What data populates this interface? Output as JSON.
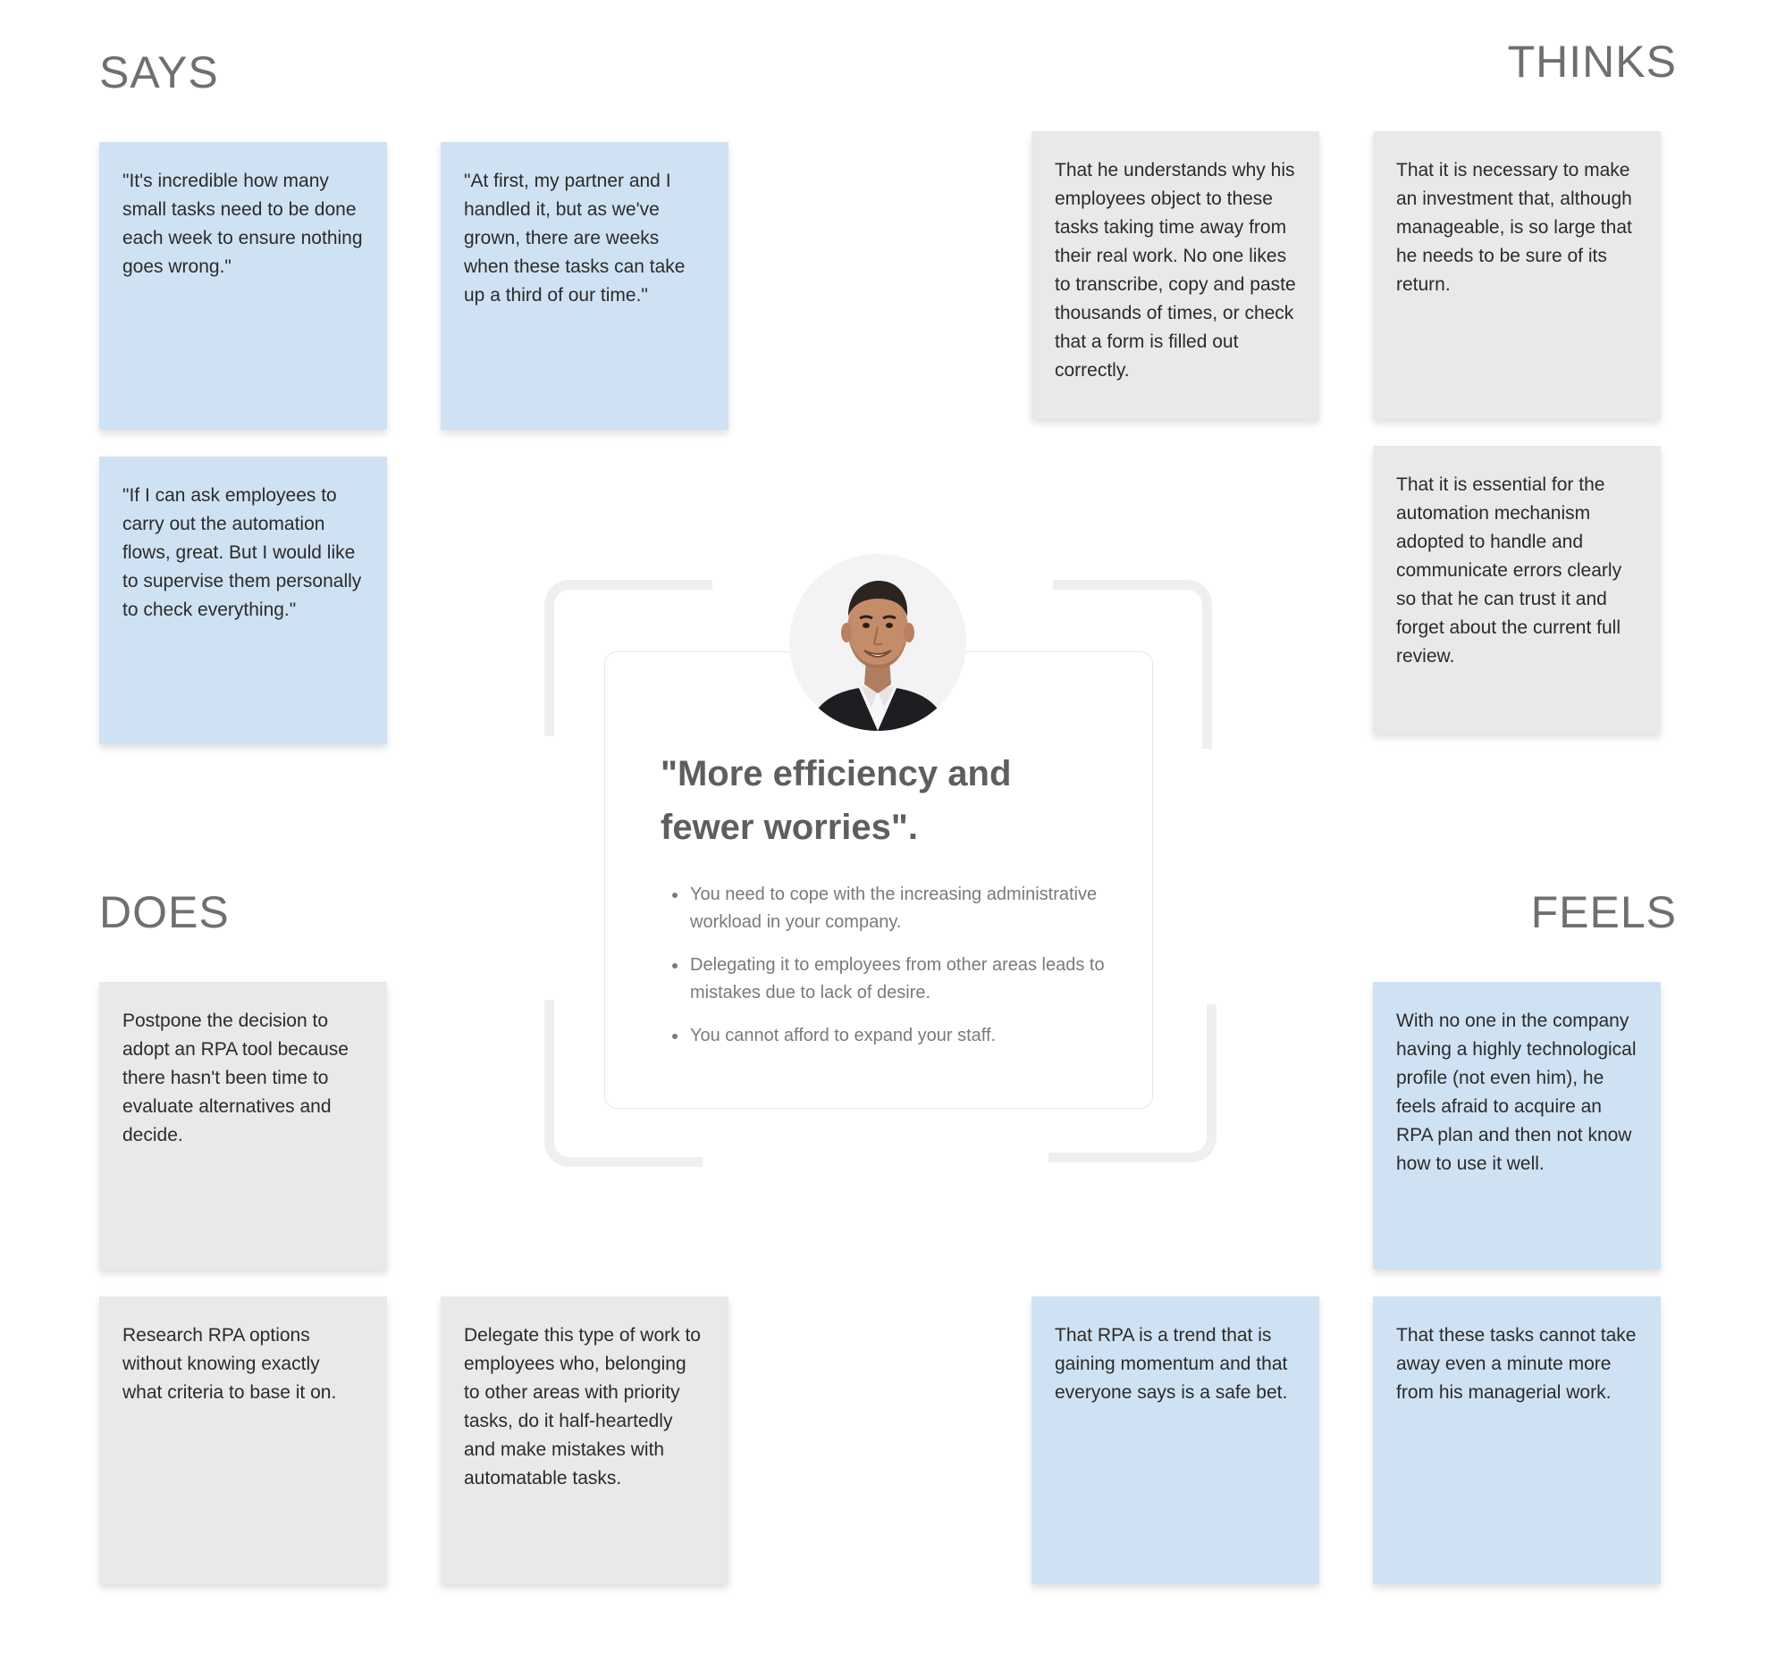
{
  "quadrants": {
    "says": {
      "title": "SAYS",
      "notes": [
        "\"It's incredible how many small tasks need to be done each week to ensure nothing goes wrong.\"",
        "\"At first, my partner and I handled it, but as we've grown, there are weeks when these tasks can take up a third of our time.\"",
        "\"If I can ask employees to carry out the automation flows, great. But I would like to supervise them personally to check everything.\""
      ]
    },
    "thinks": {
      "title": "THINKS",
      "notes": [
        "That he understands why his employees object to these tasks taking time away from their real work. No one likes to transcribe, copy and paste thousands of times, or check that a form is filled out correctly.",
        "That it is necessary to make an investment that, although manageable, is so large that he needs to be sure of its return.",
        "That it is essential for the automation mechanism adopted to handle and communicate errors clearly so that he can trust it and forget about the current full review."
      ]
    },
    "does": {
      "title": "DOES",
      "notes": [
        "Postpone the decision to adopt an RPA tool because there hasn't been time to evaluate alternatives and decide.",
        "Research RPA options without knowing exactly what criteria to base it on.",
        "Delegate this type of work to employees who, belonging to other areas with priority tasks, do it half-heartedly and make mistakes with automatable tasks."
      ]
    },
    "feels": {
      "title": "FEELS",
      "notes": [
        "With no one in the company having a highly technological profile (not even him), he feels afraid to acquire an RPA plan and then not know how to use it well.",
        "That RPA is a trend that is gaining momentum and that everyone says is a safe bet.",
        "That these tasks cannot take away even a minute more from his managerial work."
      ]
    }
  },
  "persona": {
    "quote": "\"More efficiency and fewer worries\".",
    "bullets": [
      "You need to cope with the increasing administrative workload in your company.",
      "Delegating it to employees from other areas leads to mistakes due to lack of desire.",
      "You cannot afford to expand your staff."
    ]
  },
  "colors": {
    "blue_note": "#cfe2f3",
    "grey_note": "#e9e9e9",
    "title": "#6f6f6f"
  }
}
